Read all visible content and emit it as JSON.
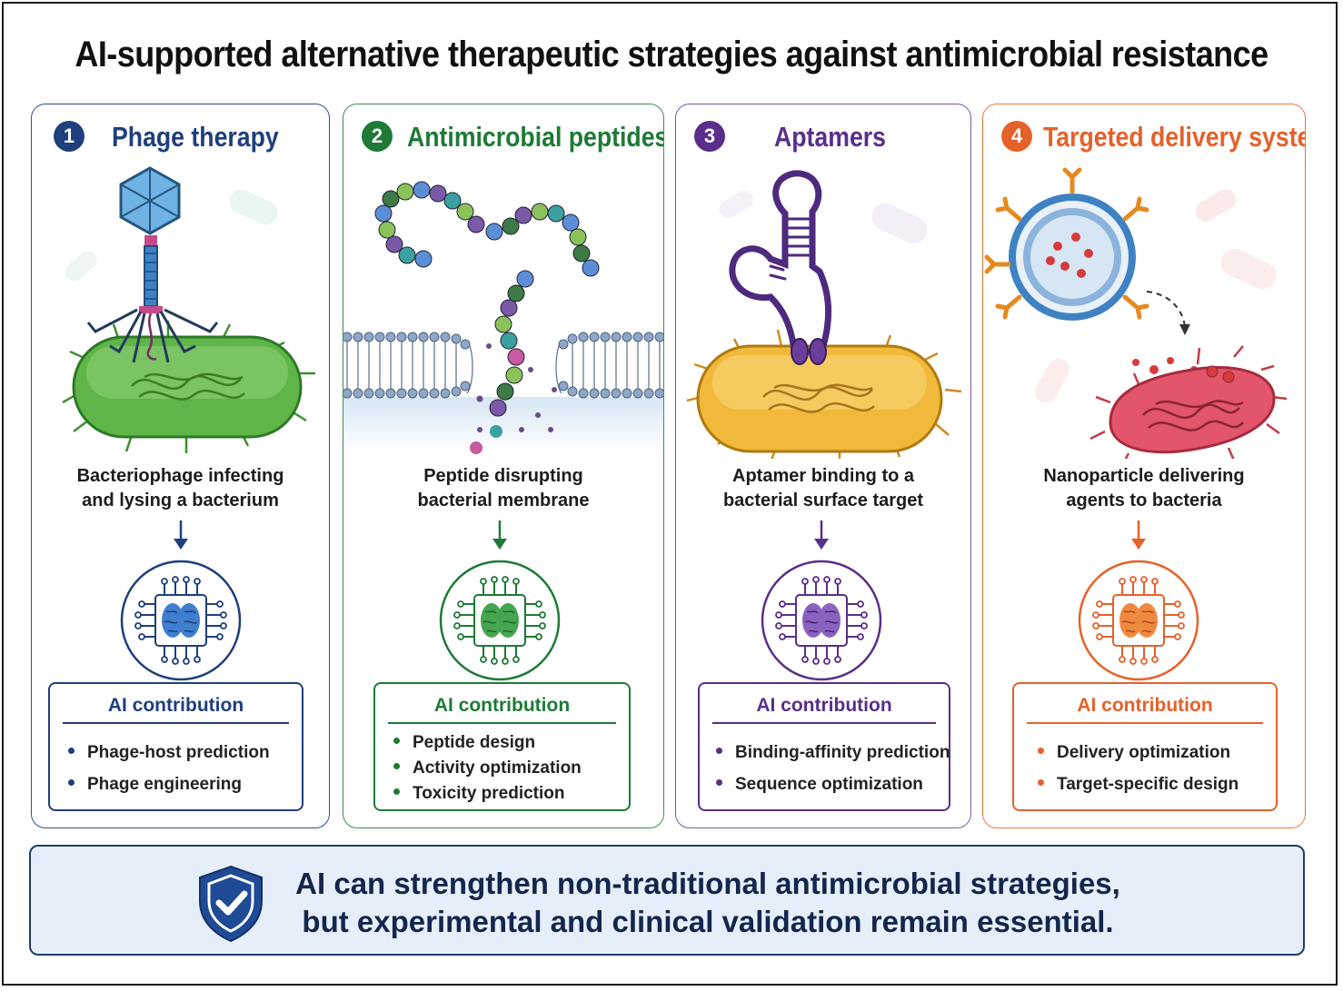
{
  "title": "AI-supported alternative therapeutic strategies against antimicrobial resistance",
  "panels": [
    {
      "number": "1",
      "title": "Phage therapy",
      "caption_line1": "Bacteriophage infecting",
      "caption_line2": "and lysing a bacterium",
      "contribution_title": "AI contribution",
      "contributions": [
        "Phage-host prediction",
        "Phage engineering"
      ],
      "color": "#1f3f7d",
      "accent": "#2c66b8"
    },
    {
      "number": "2",
      "title": "Antimicrobial peptides",
      "caption_line1": "Peptide disrupting",
      "caption_line2": "bacterial membrane",
      "contribution_title": "AI contribution",
      "contributions": [
        "Peptide design",
        "Activity optimization",
        "Toxicity prediction"
      ],
      "color": "#1e7a36",
      "accent": "#2f9a48"
    },
    {
      "number": "3",
      "title": "Aptamers",
      "caption_line1": "Aptamer binding to a",
      "caption_line2": "bacterial surface target",
      "contribution_title": "AI contribution",
      "contributions": [
        "Binding-affinity prediction",
        "Sequence optimization"
      ],
      "color": "#5a2e8a",
      "accent": "#7a4cb0"
    },
    {
      "number": "4",
      "title": "Targeted delivery systems",
      "caption_line1": "Nanoparticle delivering",
      "caption_line2": "agents to bacteria",
      "contribution_title": "AI contribution",
      "contributions": [
        "Delivery optimization",
        "Target-specific design"
      ],
      "color": "#e5612a",
      "accent": "#ee7a3a"
    }
  ],
  "summary": {
    "line1": "AI can strengthen non-traditional antimicrobial strategies,",
    "line2": "but experimental and clinical validation remain essential."
  },
  "icons": {
    "shield": "shield-check-icon",
    "ai": "brain-chip-icon",
    "arrow": "arrow-down-icon"
  }
}
